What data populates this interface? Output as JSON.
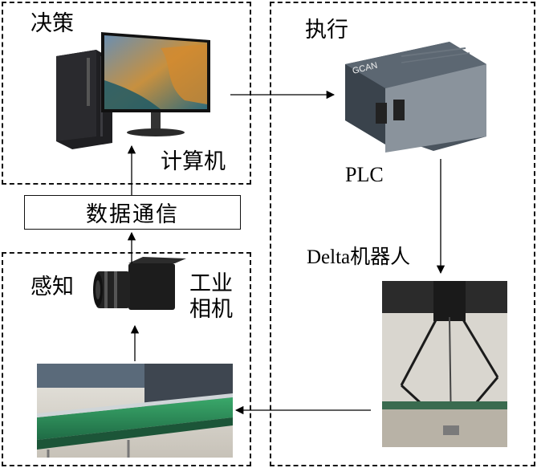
{
  "groups": {
    "decision": "决策",
    "execution": "执行",
    "perception": "感知"
  },
  "components": {
    "computer": "计算机",
    "communication": "数据通信",
    "plc": "PLC",
    "robot": "Delta机器人",
    "camera": "工业相机",
    "camera_line1": "工业",
    "camera_line2": "相机",
    "plc_brand": "GCAN"
  },
  "colors": {
    "border": "#111111",
    "arrow": "#000000",
    "plc_body": "#3c4650",
    "conveyor_belt": "#2e8b57"
  }
}
